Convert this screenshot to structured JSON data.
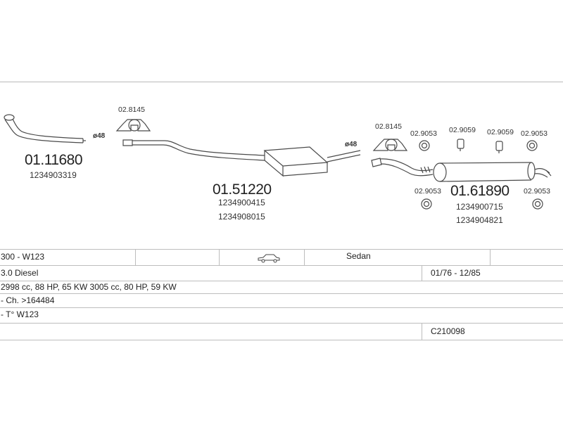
{
  "parts": {
    "front_pipe": {
      "number": "01.11680",
      "oem": [
        "1234903319"
      ],
      "diameter": "ø48"
    },
    "middle_pipe": {
      "number": "01.51220",
      "oem": [
        "1234900415",
        "1234908015"
      ],
      "diameter": "ø48"
    },
    "rear_muffler": {
      "number": "01.61890",
      "oem": [
        "1234900715",
        "1234904821"
      ]
    }
  },
  "accessories": {
    "clamp_left": "02.8145",
    "clamp_right": "02.8145",
    "ring_1": "02.9053",
    "hanger_1": "02.9059",
    "hanger_2": "02.9059",
    "ring_2": "02.9053",
    "ring_3": "02.9053",
    "ring_4": "02.9053"
  },
  "vehicle": {
    "model": "300 - W123",
    "body": "Sedan",
    "body_icon": "car-sedan-icon",
    "engine": "3.0 Diesel",
    "years": "01/76 - 12/85",
    "specs": "2998 cc, 88 HP, 65 KW 3005 cc, 80 HP, 59 KW",
    "chassis": "- Ch. >164484",
    "type": "- T° W123",
    "code": "C210098"
  },
  "colors": {
    "line": "#4a4a4a",
    "grid": "#bdbdbd"
  }
}
